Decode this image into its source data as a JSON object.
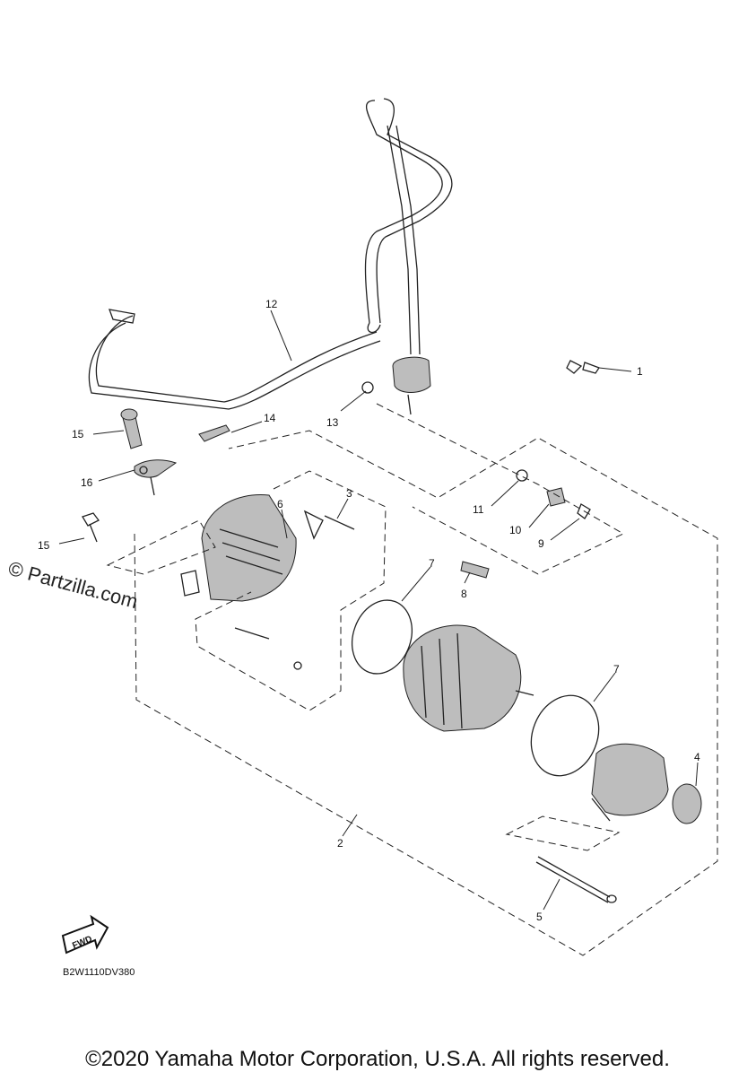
{
  "diagram": {
    "drawing_code": "B2W1110DV380",
    "watermark": "© Partzilla.com",
    "copyright": "©2020 Yamaha Motor Corporation, U.S.A. All rights reserved.",
    "fwd_label": "FWD",
    "callouts": [
      {
        "id": "c1",
        "label": "1"
      },
      {
        "id": "c2",
        "label": "2"
      },
      {
        "id": "c3",
        "label": "3"
      },
      {
        "id": "c4",
        "label": "4"
      },
      {
        "id": "c5",
        "label": "5"
      },
      {
        "id": "c6",
        "label": "6"
      },
      {
        "id": "c7a",
        "label": "7"
      },
      {
        "id": "c7b",
        "label": "7"
      },
      {
        "id": "c8",
        "label": "8"
      },
      {
        "id": "c9",
        "label": "9"
      },
      {
        "id": "c10",
        "label": "10"
      },
      {
        "id": "c11",
        "label": "11"
      },
      {
        "id": "c12",
        "label": "12"
      },
      {
        "id": "c13",
        "label": "13"
      },
      {
        "id": "c14",
        "label": "14"
      },
      {
        "id": "c15a",
        "label": "15"
      },
      {
        "id": "c15b",
        "label": "15"
      },
      {
        "id": "c16",
        "label": "16"
      }
    ]
  }
}
